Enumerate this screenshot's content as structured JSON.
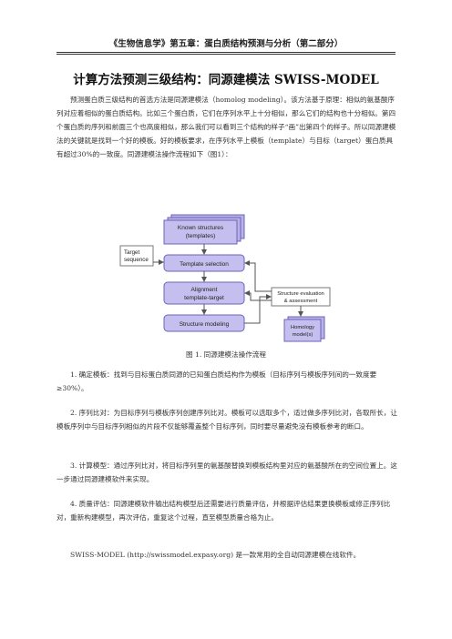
{
  "header": "《生物信息学》第五章：蛋白质结构预测与分析（第二部分）",
  "title": "计算方法预测三级结构：同源建模法 SWISS-MODEL",
  "intro": "预测蛋白质三级结构的首选方法是同源建模法（homolog modeling）。该方法基于原理：相似的氨基酸序列对应着相似的蛋白质结构。比如三个蛋白质，它们在序列水平上十分相似，那么它们的结构也十分相似。第四个蛋白质的序列和前面三个也高度相似，那么我们可以看到三个结构的样子“画”出第四个的样子。所以同源建模法的关键就是找到一个好的模板。好的模板要求，在序列水平上模板（template）与目标（target）蛋白质具有超过30%的一致度。同源建模法操作流程如下（图1）：",
  "figure": {
    "boxes": {
      "known": "Known structures",
      "known_sub": "(templates)",
      "target": "Target",
      "target_sub": "sequence",
      "template_selection": "Template selection",
      "alignment": "Alignment",
      "alignment_sub": "template-target",
      "structure_modeling": "Structure modeling",
      "evaluation": "Structure evaluation",
      "evaluation_sub": "& assessment",
      "homology": "Homology",
      "homology_sub": "model(s)"
    },
    "colors": {
      "purple_fill": "#b8b2e6",
      "purple_stroke": "#6c63b8",
      "white_box": "#ffffff",
      "gray_stroke": "#7a7a7a"
    },
    "caption": "图 1. 同源建模法操作流程"
  },
  "steps": [
    "1. 确定模板：找到与目标蛋白质同源的已知蛋白质结构作为模板（目标序列与模板序列间的一致度要≥30%）。",
    "2. 序列比对：为目标序列与模板序列创建序列比对。模板可以选取多个，适过做多序列比对，各取所长，让模板序列中与目标序列相似的片段不仅能够覆盖整个目标序列，同时要尽量避免没有模板参考的断口。",
    "3. 计算模型：通过序列比对，将目标序列里的氨基酸替换到模板结构里对应的氨基酸所在的空间位置上。这一步通过同源建模软件来实现。",
    "4. 质量评估：同源建模软件输出结构模型后还需要进行质量评估，并根据评估结果更换模板或修正序列比对，重新构建模型，再次评估，重复这个过程，直至模型质量合格为止。"
  ],
  "closing": "SWISS-MODEL (http://swissmodel.expasy.org) 是一款常用的全自动同源建模在线软件。"
}
